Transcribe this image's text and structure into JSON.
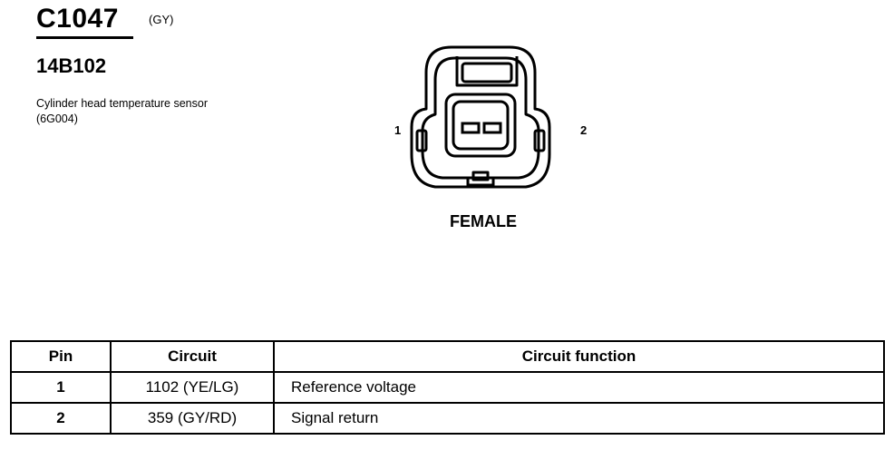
{
  "connector": {
    "id": "C1047",
    "color_code": "(GY)",
    "part_number": "14B102",
    "description": "Cylinder head temperature sensor (6G004)"
  },
  "diagram": {
    "pin_labels": [
      "1",
      "2"
    ],
    "gender": "FEMALE"
  },
  "table": {
    "headers": [
      "Pin",
      "Circuit",
      "Circuit function"
    ],
    "rows": [
      {
        "pin": "1",
        "circuit": "1102 (YE/LG)",
        "function": "Reference voltage"
      },
      {
        "pin": "2",
        "circuit": "359 (GY/RD)",
        "function": "Signal return"
      }
    ]
  }
}
